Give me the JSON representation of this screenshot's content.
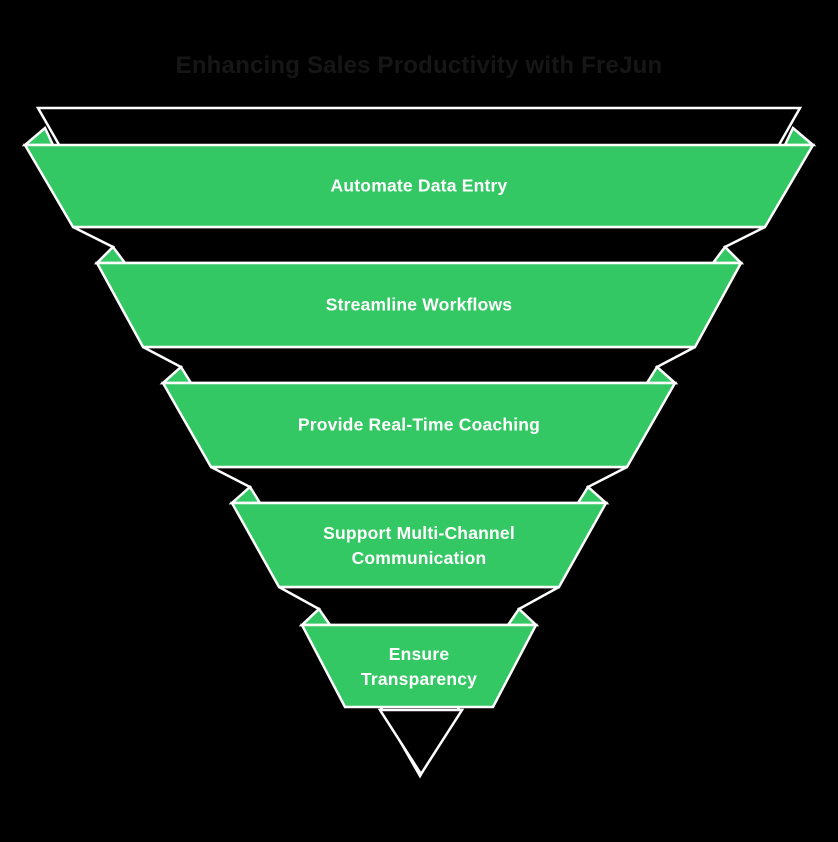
{
  "title": {
    "text": "Enhancing Sales Productivity with FreJun",
    "color": "#161616"
  },
  "funnel": {
    "accent_color": "#34c864",
    "outline_color": "#ffffff",
    "background_color": "#000000",
    "label_color": "#ffffff",
    "segments": [
      {
        "label": "Automate Data Entry"
      },
      {
        "label": "Streamline Workflows"
      },
      {
        "label": "Provide Real-Time Coaching"
      },
      {
        "label": "Support Multi-Channel Communication"
      },
      {
        "label": "Ensure Transparency"
      }
    ]
  }
}
